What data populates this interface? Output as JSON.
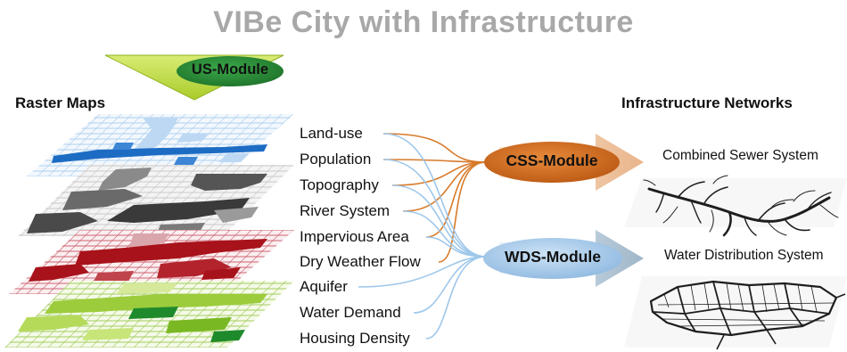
{
  "title": "VIBe City with Infrastructure",
  "left_heading": "Raster Maps",
  "right_heading": "Infrastructure Networks",
  "modules": {
    "us": "US-Module",
    "css": "CSS-Module",
    "wds": "WDS-Module"
  },
  "layers": [
    "Land-use",
    "Population",
    "Topography",
    "River System",
    "Impervious Area",
    "Dry Weather Flow",
    "Aquifer",
    "Water Demand",
    "Housing Density"
  ],
  "networks": {
    "sewer": "Combined Sewer System",
    "water": "Water Distribution System"
  },
  "colors": {
    "title": "#a8a8a8",
    "us_module": "#2e8b3a",
    "css_module": "#cc6a1a",
    "wds_module": "#a9cdee",
    "css_lines": "#d77a2a",
    "wds_lines": "#9ec7ea",
    "blue_layer": "#1d6cc4",
    "grey_layer": "#444444",
    "red_layer": "#a8121a",
    "green_layer": "#7ab823"
  }
}
